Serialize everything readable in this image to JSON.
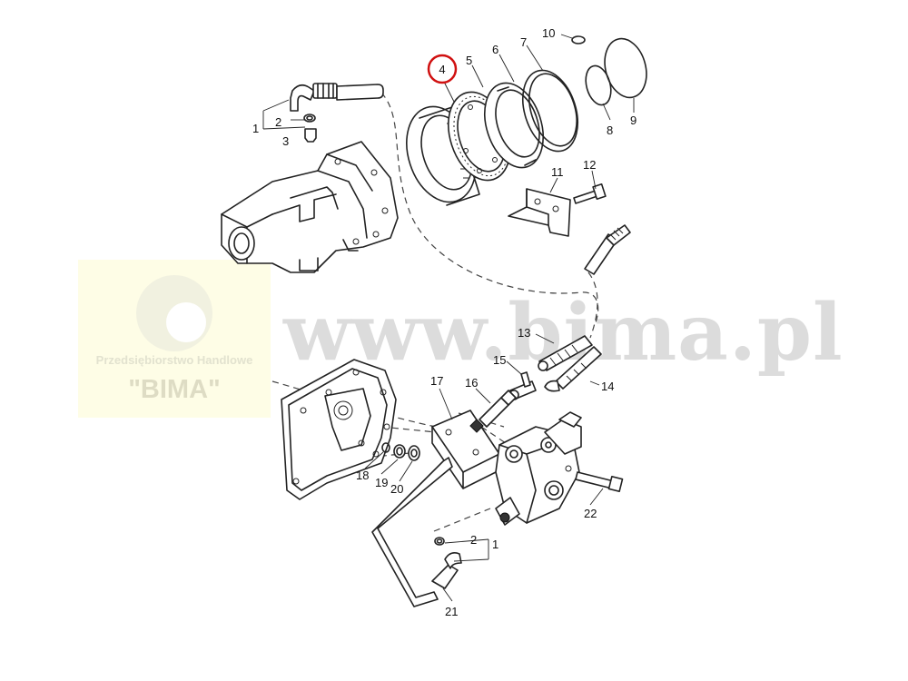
{
  "watermark": {
    "url": "www.bima.pl",
    "company_line": "Przedsiębiorstwo Handlowe",
    "company_name": "\"BIMA\""
  },
  "highlight_color": "#d01010",
  "highlighted_part": "4",
  "callouts": {
    "c1a": "1",
    "c2a": "2",
    "c3": "3",
    "c4": "4",
    "c5": "5",
    "c6": "6",
    "c7": "7",
    "c8": "8",
    "c9": "9",
    "c10": "10",
    "c11": "11",
    "c12": "12",
    "c13": "13",
    "c14": "14",
    "c15": "15",
    "c16": "16",
    "c17": "17",
    "c18": "18",
    "c19": "19",
    "c20": "20",
    "c21": "21",
    "c22": "22",
    "c2b": "2",
    "c1b": "1"
  }
}
